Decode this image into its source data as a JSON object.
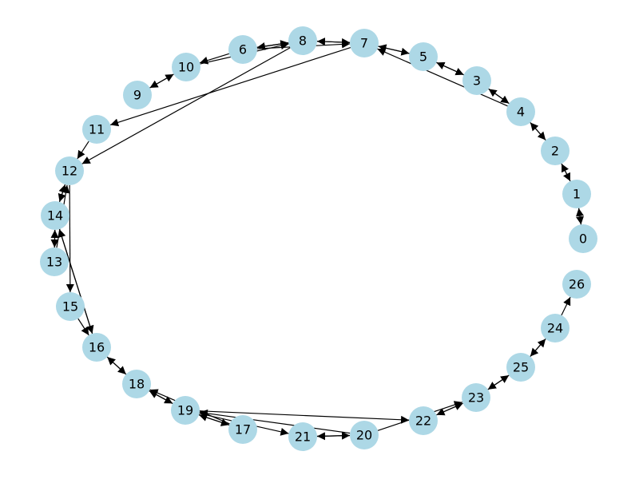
{
  "graph": {
    "type": "directed",
    "colors": {
      "node": "#add8e6",
      "edge": "#000000",
      "label": "#000000",
      "background": "#ffffff"
    },
    "nodes": [
      {
        "id": "0",
        "label": "0"
      },
      {
        "id": "1",
        "label": "1"
      },
      {
        "id": "2",
        "label": "2"
      },
      {
        "id": "3",
        "label": "3"
      },
      {
        "id": "4",
        "label": "4"
      },
      {
        "id": "5",
        "label": "5"
      },
      {
        "id": "6",
        "label": "6"
      },
      {
        "id": "7",
        "label": "7"
      },
      {
        "id": "8",
        "label": "8"
      },
      {
        "id": "9",
        "label": "9"
      },
      {
        "id": "10",
        "label": "10"
      },
      {
        "id": "11",
        "label": "11"
      },
      {
        "id": "12",
        "label": "12"
      },
      {
        "id": "13",
        "label": "13"
      },
      {
        "id": "14",
        "label": "14"
      },
      {
        "id": "15",
        "label": "15"
      },
      {
        "id": "16",
        "label": "16"
      },
      {
        "id": "17",
        "label": "17"
      },
      {
        "id": "18",
        "label": "18"
      },
      {
        "id": "19",
        "label": "19"
      },
      {
        "id": "20",
        "label": "20"
      },
      {
        "id": "21",
        "label": "21"
      },
      {
        "id": "22",
        "label": "22"
      },
      {
        "id": "23",
        "label": "23"
      },
      {
        "id": "24",
        "label": "24"
      },
      {
        "id": "25",
        "label": "25"
      },
      {
        "id": "26",
        "label": "26"
      }
    ],
    "edges": [
      {
        "from": "0",
        "to": "1"
      },
      {
        "from": "1",
        "to": "0"
      },
      {
        "from": "1",
        "to": "2"
      },
      {
        "from": "2",
        "to": "1"
      },
      {
        "from": "2",
        "to": "4"
      },
      {
        "from": "4",
        "to": "2"
      },
      {
        "from": "4",
        "to": "3"
      },
      {
        "from": "3",
        "to": "4"
      },
      {
        "from": "3",
        "to": "5"
      },
      {
        "from": "5",
        "to": "3"
      },
      {
        "from": "5",
        "to": "7"
      },
      {
        "from": "7",
        "to": "5"
      },
      {
        "from": "4",
        "to": "7"
      },
      {
        "from": "7",
        "to": "8"
      },
      {
        "from": "8",
        "to": "7"
      },
      {
        "from": "6",
        "to": "8"
      },
      {
        "from": "8",
        "to": "6"
      },
      {
        "from": "6",
        "to": "7"
      },
      {
        "from": "6",
        "to": "10"
      },
      {
        "from": "10",
        "to": "8"
      },
      {
        "from": "10",
        "to": "9"
      },
      {
        "from": "9",
        "to": "10"
      },
      {
        "from": "7",
        "to": "11"
      },
      {
        "from": "8",
        "to": "12"
      },
      {
        "from": "11",
        "to": "12"
      },
      {
        "from": "12",
        "to": "14"
      },
      {
        "from": "14",
        "to": "12"
      },
      {
        "from": "14",
        "to": "13"
      },
      {
        "from": "13",
        "to": "14"
      },
      {
        "from": "13",
        "to": "12"
      },
      {
        "from": "12",
        "to": "15"
      },
      {
        "from": "14",
        "to": "16"
      },
      {
        "from": "16",
        "to": "14"
      },
      {
        "from": "15",
        "to": "16"
      },
      {
        "from": "16",
        "to": "18"
      },
      {
        "from": "18",
        "to": "16"
      },
      {
        "from": "18",
        "to": "19"
      },
      {
        "from": "19",
        "to": "18"
      },
      {
        "from": "17",
        "to": "18"
      },
      {
        "from": "19",
        "to": "17"
      },
      {
        "from": "17",
        "to": "19"
      },
      {
        "from": "19",
        "to": "21"
      },
      {
        "from": "20",
        "to": "19"
      },
      {
        "from": "19",
        "to": "22"
      },
      {
        "from": "21",
        "to": "20"
      },
      {
        "from": "20",
        "to": "21"
      },
      {
        "from": "20",
        "to": "23"
      },
      {
        "from": "22",
        "to": "23"
      },
      {
        "from": "23",
        "to": "22"
      },
      {
        "from": "23",
        "to": "25"
      },
      {
        "from": "25",
        "to": "23"
      },
      {
        "from": "25",
        "to": "24"
      },
      {
        "from": "24",
        "to": "25"
      },
      {
        "from": "24",
        "to": "26"
      }
    ]
  }
}
